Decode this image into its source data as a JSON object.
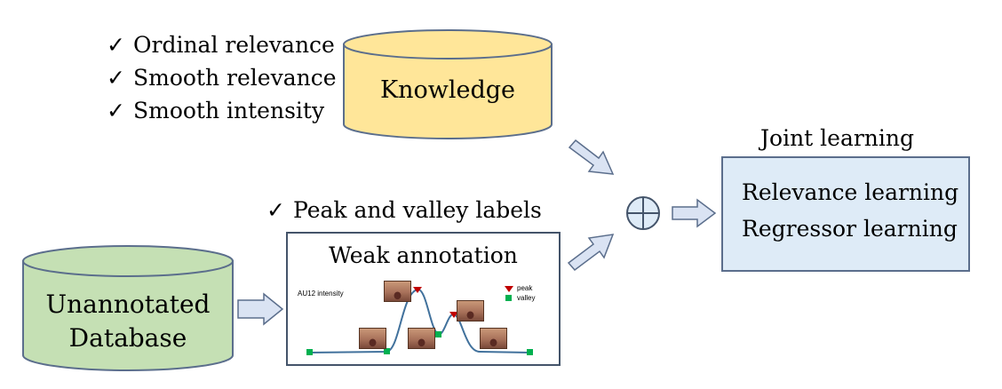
{
  "knowledge": {
    "title": "Knowledge",
    "items": [
      "Ordinal relevance",
      "Smooth relevance",
      "Smooth intensity"
    ]
  },
  "weak": {
    "check_label": "Peak and valley labels",
    "title": "Weak annotation",
    "plot_label": "AU12 intensity",
    "legend": {
      "peak": "peak",
      "valley": "valley"
    }
  },
  "database": {
    "line1": "Unannotated",
    "line2": "Database"
  },
  "joint": {
    "title": "Joint learning",
    "items": [
      "Relevance learning",
      "Regressor learning"
    ]
  },
  "colors": {
    "knowledge_fill": "#FFE699",
    "database_fill": "#C5E0B4",
    "joint_fill": "#DEEBF7",
    "border": "#5B6E8C",
    "arrow_fill": "#DAE3F3",
    "curve": "#41719C",
    "peak": "#C00000",
    "valley": "#00B050"
  },
  "icons": [
    "check-icon",
    "plus-circle-icon",
    "arrow-icon",
    "face-thumbnail"
  ]
}
